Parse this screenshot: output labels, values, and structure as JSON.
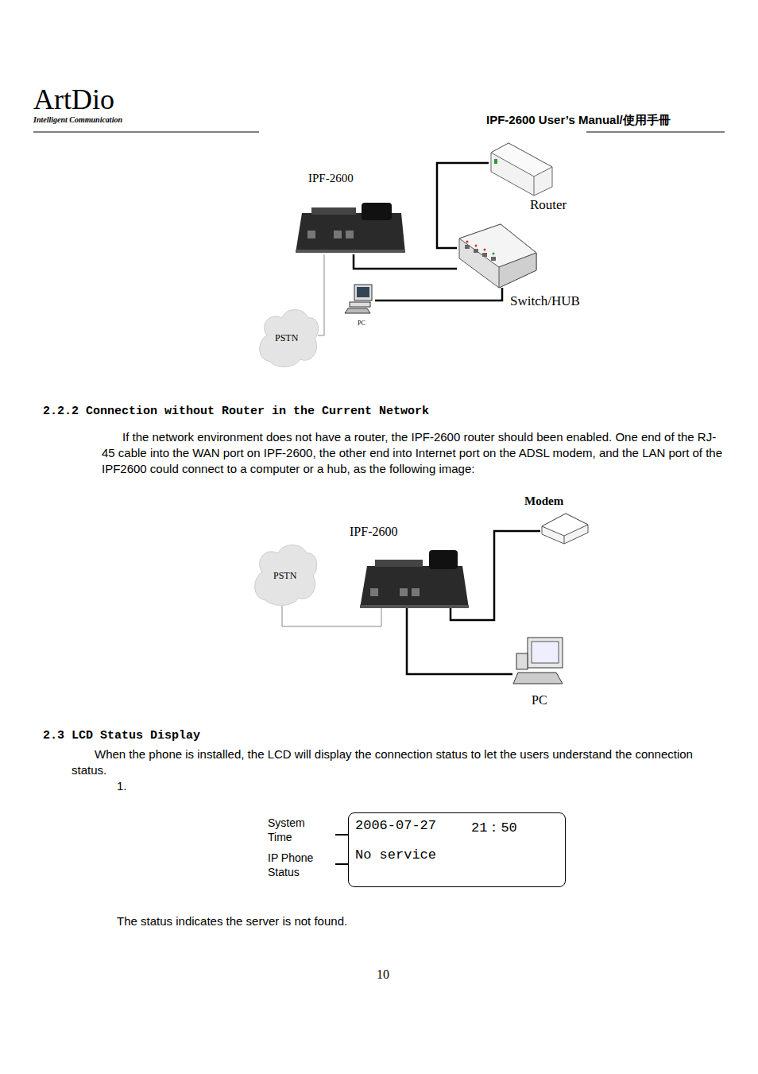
{
  "diagram": {
    "title": "IPF-2600 User’s Manual/使用手冊",
    "nodes": [
      {
        "text": [
          "IPF-2600"
        ]
      },
      {
        "text": [
          "Router"
        ]
      },
      {
        "text": [
          "Switch/HUB"
        ]
      },
      {
        "text": [
          "PC"
        ]
      },
      {
        "text": [
          "PSTN"
        ]
      },
      {
        "text": [
          "Modem"
        ]
      },
      {
        "text": [
          "IPF-2600"
        ]
      },
      {
        "text": [
          "PSTN"
        ]
      },
      {
        "text": [
          "PC"
        ]
      },
      {
        "text": [
          "2006-07-27",
          "21：50",
          "No service"
        ]
      }
    ],
    "edges": [
      {
        "from": 0,
        "to": 2,
        "arrow": "none"
      },
      {
        "from": 1,
        "to": 2,
        "arrow": "none"
      },
      {
        "from": 3,
        "to": 2,
        "arrow": "none"
      },
      {
        "from": 0,
        "to": 4,
        "arrow": "none"
      },
      {
        "from": 6,
        "to": 5,
        "arrow": "none"
      },
      {
        "from": 6,
        "to": 8,
        "arrow": "none"
      },
      {
        "from": 6,
        "to": 7,
        "arrow": "none"
      }
    ],
    "labels": [
      "ArtDio",
      "Intelligent Communication",
      "2.2.2 Connection without Router in the Current Network",
      "If the network environment does not have a router, the IPF-2600 router should been enabled. One end of the RJ-45 cable into the WAN port on IPF-2600, the other end into Internet port on the ADSL modem, and the LAN port of the IPF2600 could connect to a computer or a hub, as the following image:",
      "2.3 LCD Status Display",
      "When the phone is installed, the LCD will display the connection status to let the users understand the connection status.",
      "1.",
      "System Time",
      "IP Phone Status",
      "The status indicates the server is not found.",
      "10"
    ]
  }
}
